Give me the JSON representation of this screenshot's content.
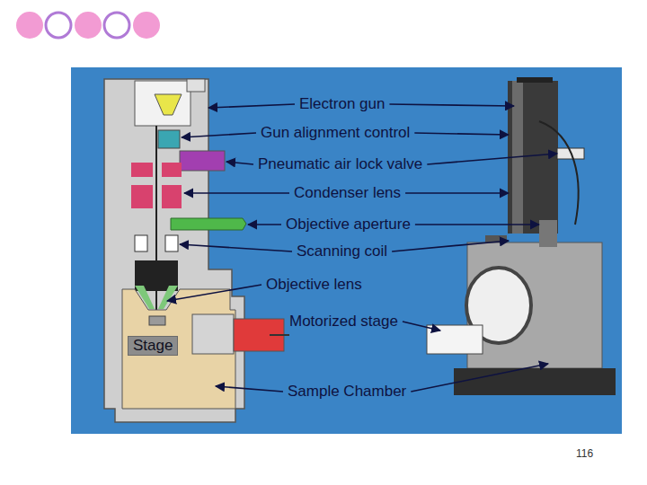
{
  "diagram": {
    "nodes": [
      {
        "text": [
          "Stage"
        ]
      }
    ],
    "labels": [
      "Electron gun",
      "Gun alignment control",
      "Pneumatic air lock valve",
      "Condenser lens",
      "Objective aperture",
      "Scanning coil",
      "Objective lens",
      "Motorized stage",
      "Sample Chamber",
      "116"
    ]
  }
}
